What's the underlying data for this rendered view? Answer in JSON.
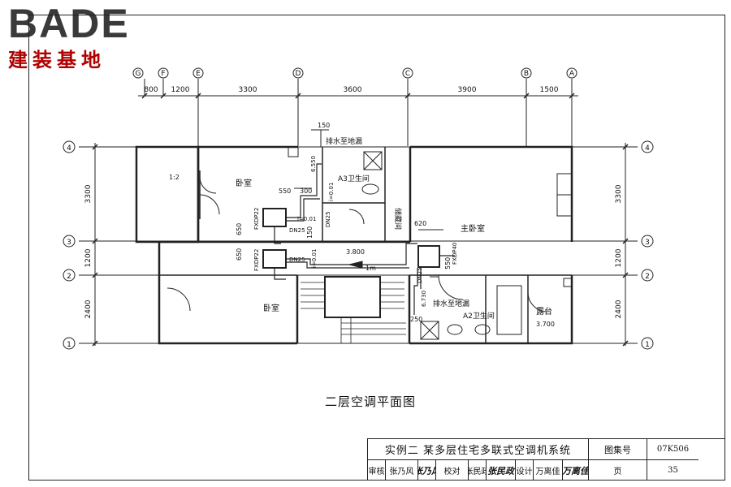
{
  "logo": {
    "main": "BADE",
    "sub": "建装基地"
  },
  "axes_top": {
    "labels": [
      "G",
      "F",
      "E",
      "D",
      "C",
      "B",
      "A"
    ],
    "dims": [
      "800",
      "1200",
      "3300",
      "3600",
      "3900",
      "1500"
    ]
  },
  "axes_side": {
    "labels": [
      "4",
      "3",
      "2",
      "1"
    ],
    "dims": [
      "3300",
      "1200",
      "2400"
    ]
  },
  "plan": {
    "rooms": {
      "bedroom_upper": "卧室",
      "bedroom_lower": "卧室",
      "master_bedroom": "主卧室",
      "bath_a3": "A3卫生间",
      "bath_a2": "A2卫生间",
      "storage": "储藏间",
      "balcony": "露台"
    },
    "notes": {
      "drain_top": "排水至地漏",
      "drain_bottom": "排水至地漏",
      "fxdp22_upper": "FXDP22",
      "fxdp22_lower": "FXDP22",
      "fxdp40": "FXDP40",
      "dn25_a": "DN25",
      "dn25_b": "DN25",
      "dn25_c": "DN25",
      "dn25_d": "DN25",
      "i001_a": "i=0.01",
      "i001_b": "i=0.01",
      "i001_c": "i=0.01",
      "elev_3800": "3.800",
      "elev_3700": "3.700",
      "elev_6550": "6.550",
      "elev_6730": "6.730",
      "ratio": "1:2",
      "len_1m": "1m"
    },
    "dims": {
      "d150": "150",
      "d550_a": "550",
      "d300": "300",
      "d650_a": "650",
      "d650_b": "650",
      "d150_b": "150",
      "d620": "620",
      "d550_b": "550",
      "d250": "250"
    }
  },
  "plan_title": "二层空调平面图",
  "titleblock": {
    "main": "实例二  某多层住宅多联式空调机系统",
    "atlas_label": "图集号",
    "atlas_value": "07K506",
    "review_label": "审核",
    "review_name": "张乃风",
    "review_sig": "张乃风",
    "check_label": "校对",
    "check_name": "张民政",
    "check_sig": "张民政",
    "design_label": "设计",
    "design_name": "万离佳",
    "design_sig": "万离佳",
    "page_label": "页",
    "page_value": "35"
  }
}
